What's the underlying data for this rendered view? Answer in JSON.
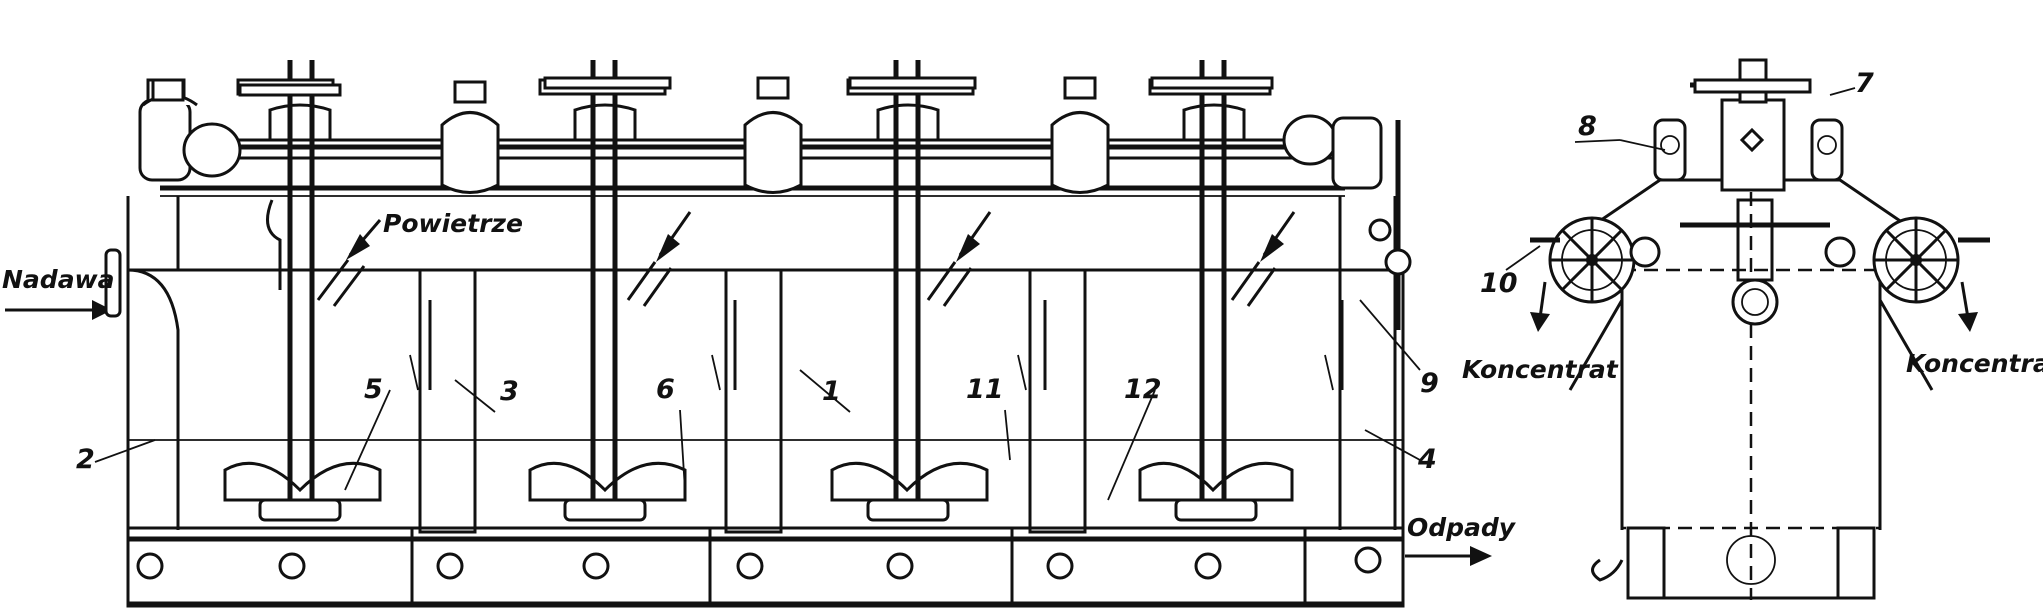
{
  "labels": {
    "nadawa": "Nadawa",
    "powietrze": "Powietrze",
    "odpady": "Odpady",
    "koncentrat_left": "Koncentrat",
    "koncentrat_right": "Koncentrat"
  },
  "numbers": {
    "n1": "1",
    "n2": "2",
    "n3": "3",
    "n4": "4",
    "n5": "5",
    "n6": "6",
    "n7": "7",
    "n8": "8",
    "n9": "9",
    "n10": "10",
    "n11": "11",
    "n12": "12"
  },
  "colors": {
    "ink": "#111111",
    "paper": "#ffffff"
  }
}
